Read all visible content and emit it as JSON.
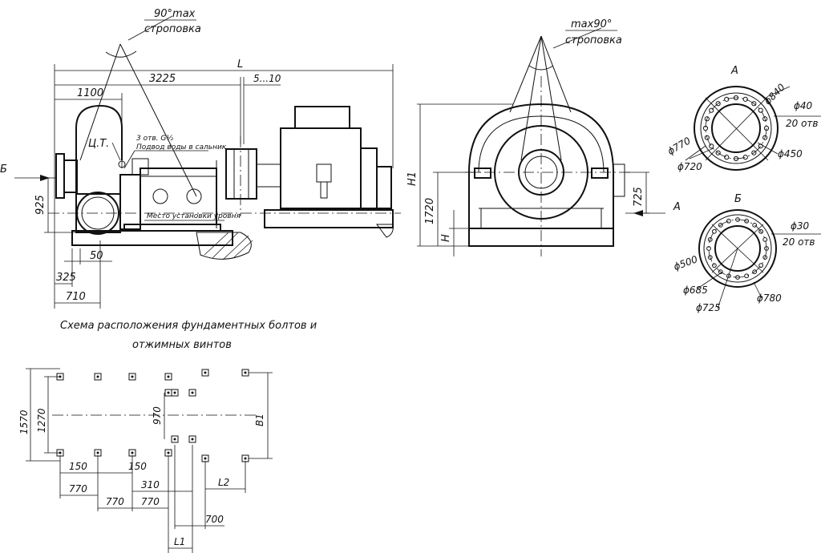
{
  "side_view": {
    "angle_label": "90°max",
    "sling_label": "строповка",
    "dim_L": "L",
    "dim_3225": "3225",
    "dim_5_10": "5...10",
    "dim_1100": "1100",
    "center_mass": "Ц.Т.",
    "holes_note": "3 отв. G½",
    "water_note": "Подвод воды в сальник",
    "level_note": "Место установки уровня",
    "view_b_arrow": "Б",
    "dim_925": "925",
    "dim_50": "50",
    "dim_325": "325",
    "dim_710": "710"
  },
  "front_view": {
    "angle_label": "max90°",
    "sling_label": "строповка",
    "dim_H1": "H1",
    "dim_1720": "1720",
    "dim_H": "H",
    "dim_725": "725",
    "view_a_arrow": "A"
  },
  "flange_a": {
    "title": "A",
    "d840": "ϕ840",
    "d40": "ϕ40",
    "holes": "20 отв",
    "d770": "ϕ770",
    "d720": "ϕ720",
    "d450": "ϕ450"
  },
  "flange_b": {
    "title": "Б",
    "d30": "ϕ30",
    "holes": "20 отв",
    "d500": "ϕ500",
    "d685": "ϕ685",
    "d725": "ϕ725",
    "d780": "ϕ780"
  },
  "bolt_scheme": {
    "title_line1": "Схема расположения фундаментных болтов и",
    "title_line2": "отжимных винтов",
    "dim_1570": "1570",
    "dim_1270": "1270",
    "dim_970": "970",
    "dim_B1": "B1",
    "dim_150a": "150",
    "dim_150b": "150",
    "dim_310": "310",
    "dim_770a": "770",
    "dim_770b": "770",
    "dim_770c": "770",
    "dim_L2": "L2",
    "dim_700": "700",
    "dim_L1": "L1"
  }
}
